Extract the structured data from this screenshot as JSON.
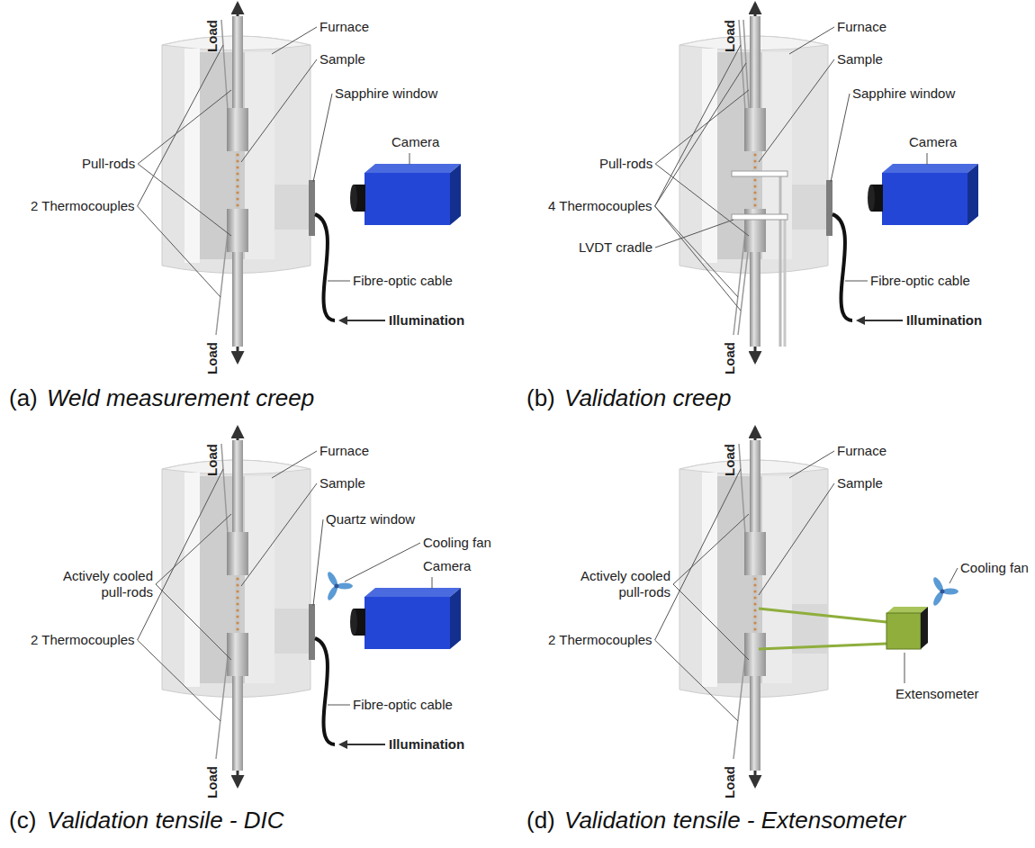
{
  "diagram": {
    "labels": [
      "Load",
      "Furnace",
      "Sample",
      "Sapphire window",
      "Pull-rods",
      "2 Thermocouples",
      "Camera",
      "Fibre-optic cable",
      "Illumination",
      "Load",
      "(a)",
      "Weld measurement creep",
      "Load",
      "Furnace",
      "Sample",
      "Sapphire window",
      "Pull-rods",
      "4 Thermocouples",
      "LVDT cradle",
      "Camera",
      "Fibre-optic cable",
      "Illumination",
      "Load",
      "(b)",
      "Validation creep",
      "Load",
      "Furnace",
      "Sample",
      "Quartz window",
      "Cooling fan",
      "Camera",
      "Actively cooled pull-rods",
      "2 Thermocouples",
      "Fibre-optic cable",
      "Illumination",
      "Load",
      "(c)",
      "Validation tensile - DIC",
      "Load",
      "Furnace",
      "Sample",
      "Cooling fan",
      "Actively cooled pull-rods",
      "2 Thermocouples",
      "Extensometer",
      "Load",
      "(d)",
      "Validation tensile - Extensometer"
    ]
  }
}
